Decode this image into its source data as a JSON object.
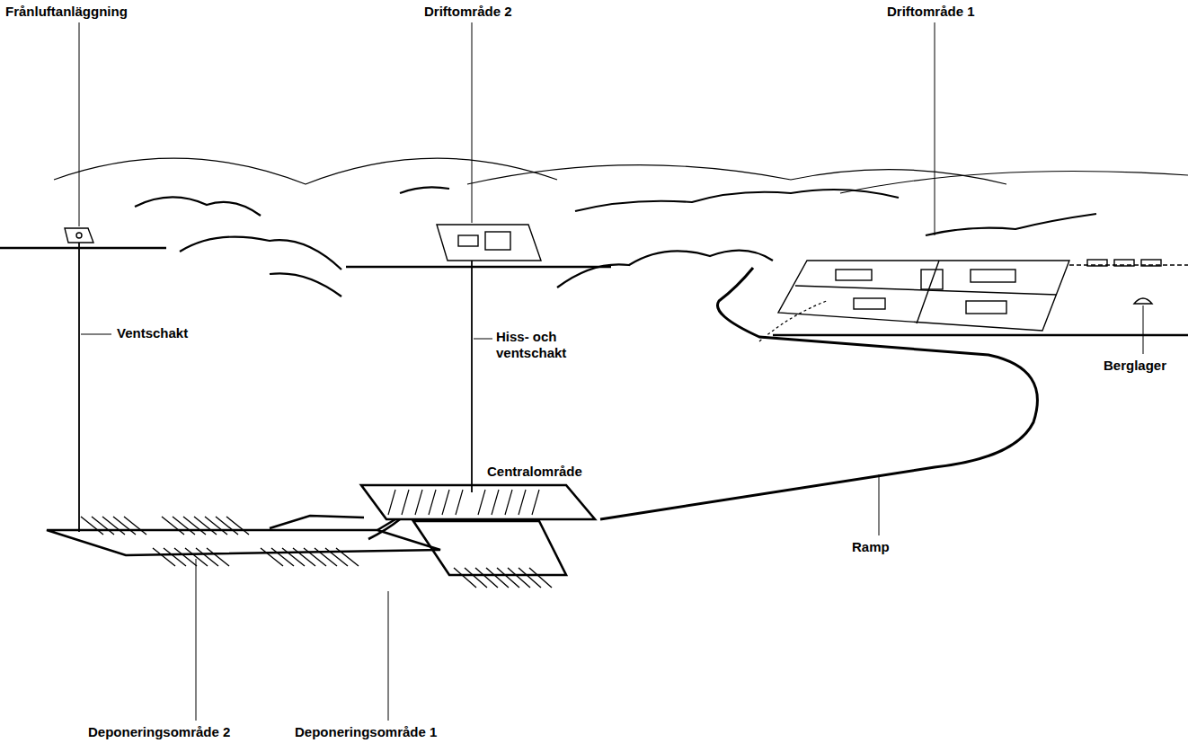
{
  "diagram": {
    "labels": [
      "Frånluftanläggning",
      "Driftområde 2",
      "Driftområde 1",
      "Ventschakt",
      "Hiss- och ventschakt",
      "Berglager",
      "Centralområde",
      "Ramp",
      "Deponeringsområde 2",
      "Deponeringsområde 1"
    ]
  }
}
